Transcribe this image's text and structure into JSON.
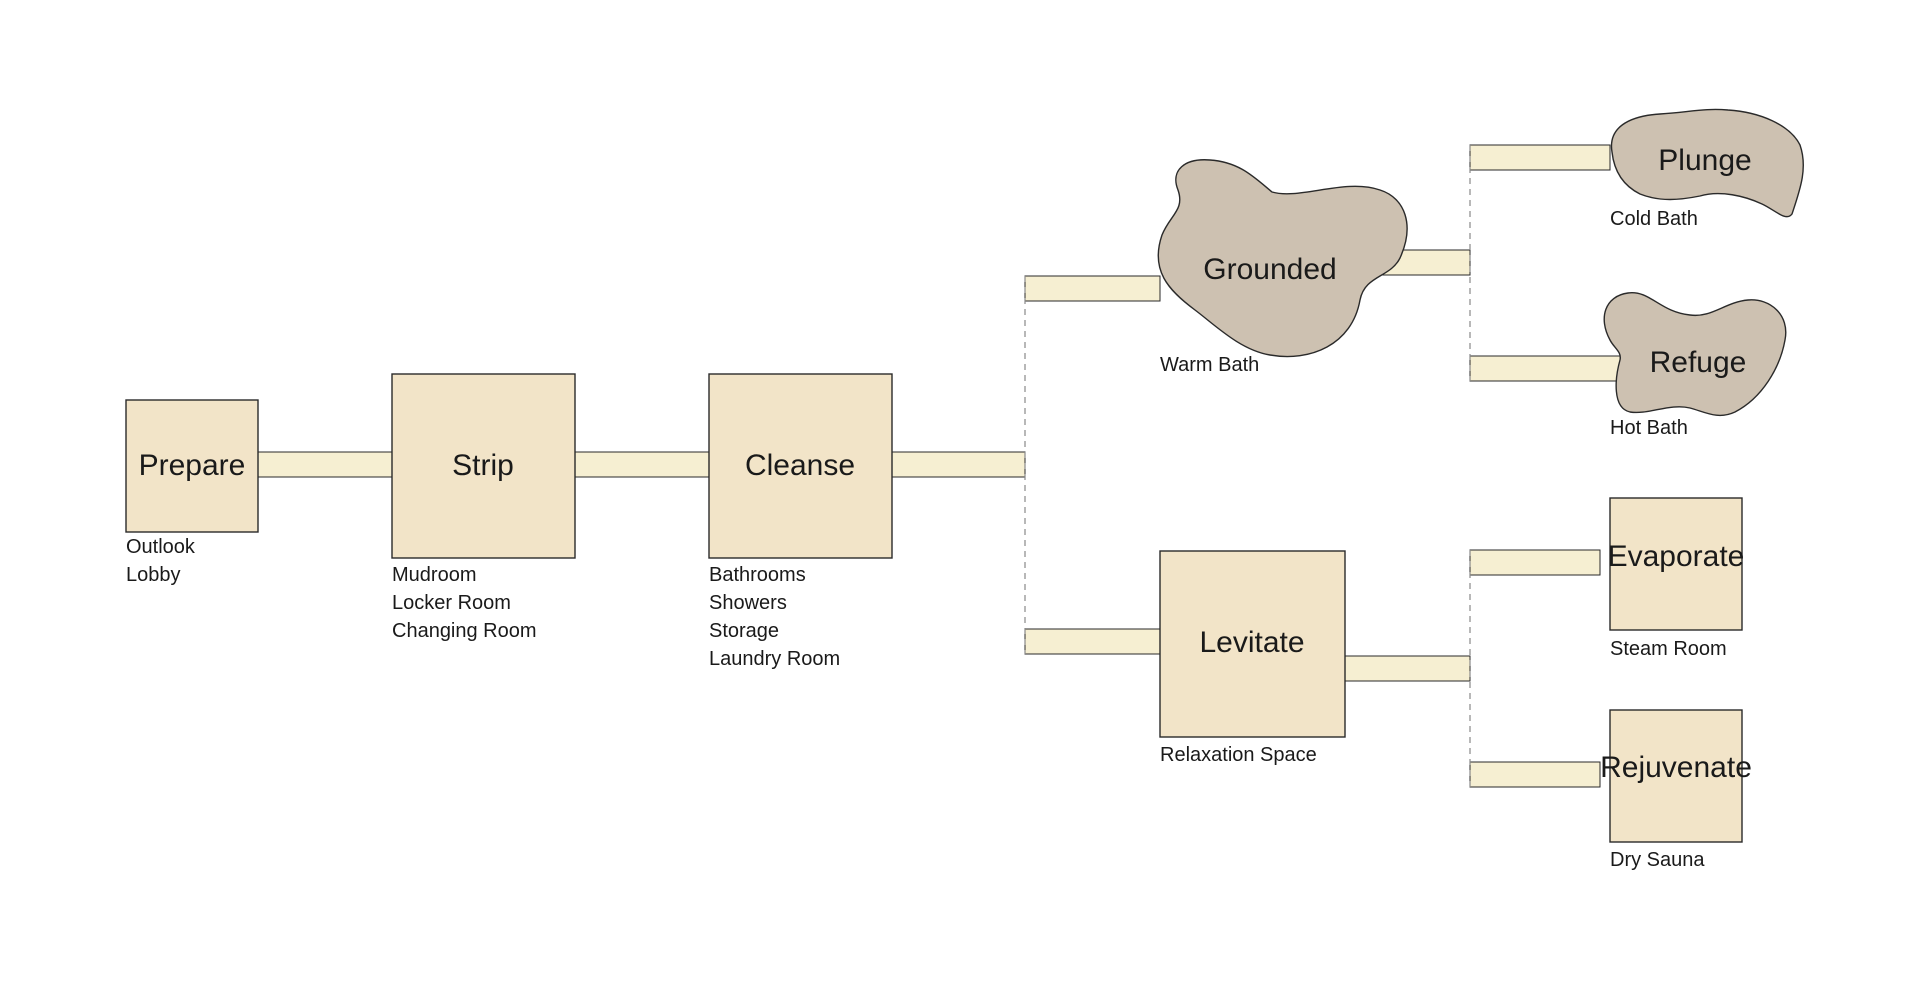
{
  "colors": {
    "room_fill": "#f2e4c8",
    "bath_fill": "#cdc1b1",
    "connector_fill": "#f6efd2",
    "stroke": "#2a2a2a",
    "dashed_stroke": "#888888"
  },
  "nodes": {
    "prepare": {
      "title": "Prepare",
      "subs": [
        "Outlook",
        "Lobby"
      ]
    },
    "strip": {
      "title": "Strip",
      "subs": [
        "Mudroom",
        "Locker Room",
        "Changing Room"
      ]
    },
    "cleanse": {
      "title": "Cleanse",
      "subs": [
        "Bathrooms",
        "Showers",
        "Storage",
        "Laundry Room"
      ]
    },
    "grounded": {
      "title": "Grounded",
      "subs": [
        "Warm Bath"
      ]
    },
    "levitate": {
      "title": "Levitate",
      "subs": [
        "Relaxation Space"
      ]
    },
    "plunge": {
      "title": "Plunge",
      "subs": [
        "Cold Bath"
      ]
    },
    "refuge": {
      "title": "Refuge",
      "subs": [
        "Hot Bath"
      ]
    },
    "evaporate": {
      "title": "Evaporate",
      "subs": [
        "Steam Room"
      ]
    },
    "rejuvenate": {
      "title": "Rejuvenate",
      "subs": [
        "Dry Sauna"
      ]
    }
  }
}
